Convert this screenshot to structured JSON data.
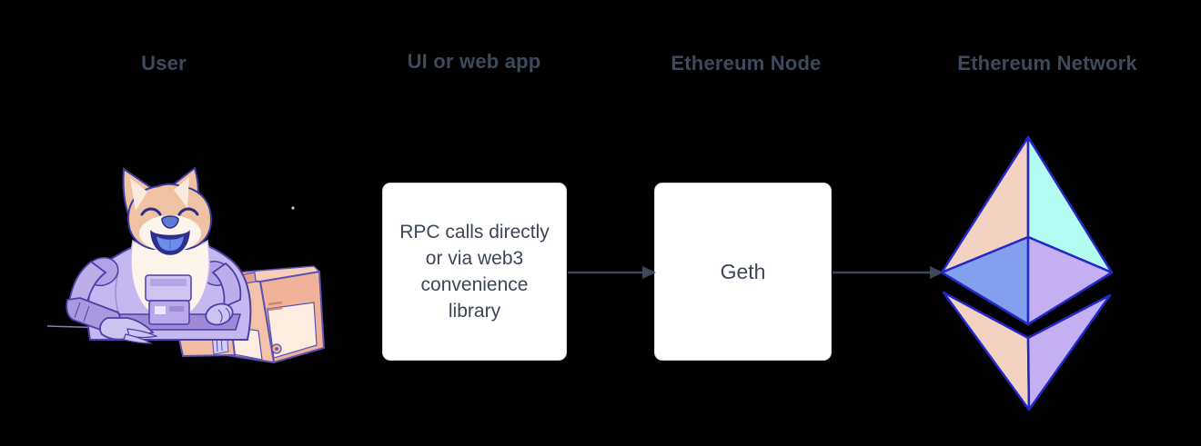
{
  "diagram": {
    "background_color": "#000000",
    "headings": [
      {
        "label": "User"
      },
      {
        "label": "UI or web app"
      },
      {
        "label": "Ethereum Node"
      },
      {
        "label": "Ethereum Network"
      }
    ],
    "nodes": [
      {
        "id": "ui-web-app",
        "text": "RPC calls directly\nor via web3\nconvenience\nlibrary"
      },
      {
        "id": "ethereum-node",
        "text": "Geth"
      }
    ],
    "arrows": [
      {
        "from": "ui-web-app",
        "to": "ethereum-node"
      },
      {
        "from": "ethereum-node",
        "to": "ethereum-network"
      }
    ],
    "icons": [
      {
        "name": "doge-astronaut-at-computer-icon",
        "represents": "User"
      },
      {
        "name": "ethereum-logo-icon",
        "represents": "Ethereum Network"
      }
    ],
    "colors": {
      "heading_text": "#3e4a5c",
      "node_text": "#3c4656",
      "node_background": "#ffffff",
      "arrow": "#3e4758",
      "eth_outline": "#2329c8",
      "eth_face_peach": "#f4d2c1",
      "eth_face_cyan": "#b2fcf2",
      "eth_face_blue": "#83a0ee",
      "eth_face_purple": "#c6b0f4",
      "doge_fur": "#f0c2a4",
      "doge_cream": "#fdf5ec",
      "suit_lavender": "#c5b7ef",
      "computer_peach": "#f0b39a"
    }
  }
}
